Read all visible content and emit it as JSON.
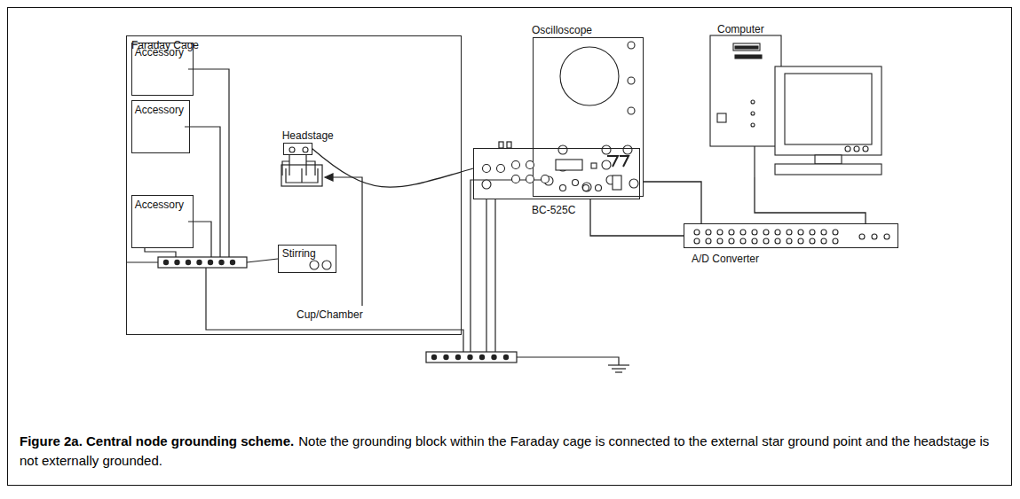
{
  "diagram": {
    "caption": "Figure 2a. Central node grounding scheme.",
    "nodes": [
      {
        "text": [
          "Faraday Cage"
        ]
      },
      {
        "text": [
          "Accessory"
        ],
        "in": 0
      },
      {
        "text": [
          "Accessory"
        ],
        "in": 0
      },
      {
        "text": [
          "Accessory"
        ],
        "in": 0
      },
      {
        "text": [
          "Headstage"
        ],
        "in": 0
      },
      {
        "text": [
          "Stirring"
        ],
        "in": 0
      },
      {
        "text": [
          "Oscilloscope"
        ]
      },
      {
        "text": [
          "BC-525C"
        ]
      },
      {
        "text": [
          "Computer"
        ]
      },
      {
        "text": [
          "A/D Converter"
        ]
      }
    ],
    "edges": [
      {
        "from": 4,
        "to": 7,
        "arrow": "none"
      },
      {
        "from": 7,
        "to": 9,
        "arrow": "none"
      },
      {
        "from": 6,
        "to": 9,
        "arrow": "none"
      },
      {
        "from": 8,
        "to": 9,
        "arrow": "none"
      }
    ],
    "labels": [
      "Cup/Chamber",
      "Note the grounding block within the Faraday cage is connected to the external star ground point and the headstage is not externally grounded."
    ]
  }
}
